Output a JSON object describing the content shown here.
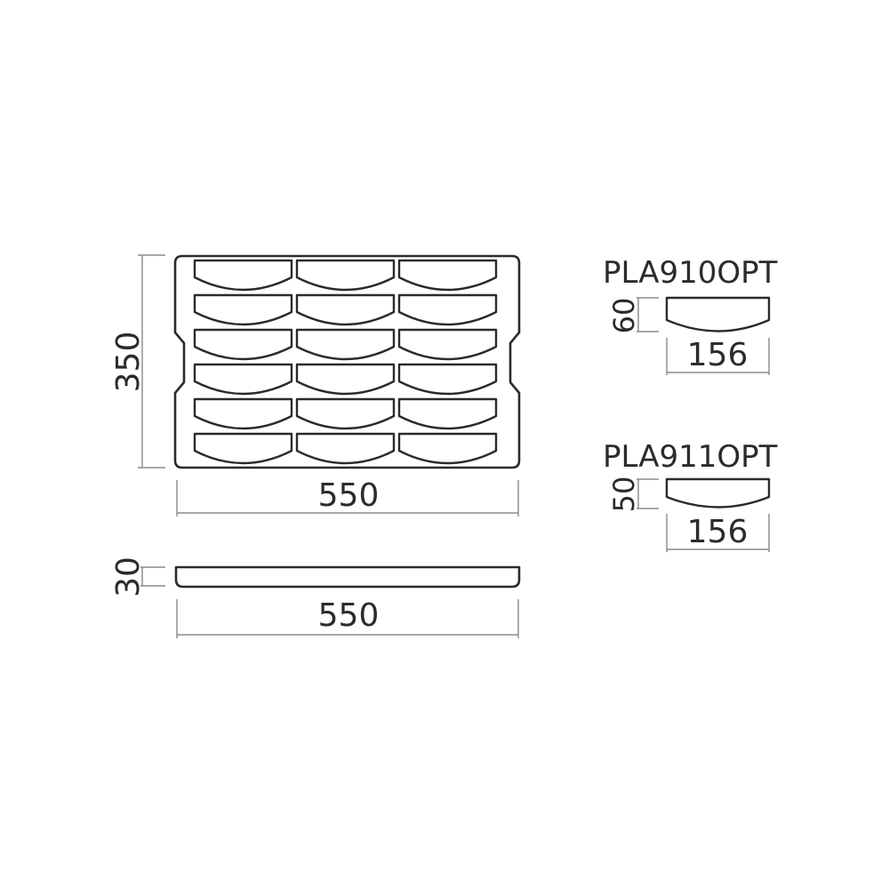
{
  "drawing": {
    "top_view": {
      "height_label": "350",
      "width_label": "550",
      "rows": 6,
      "columns": 3
    },
    "side_view": {
      "height_label": "30",
      "width_label": "550"
    },
    "inserts": [
      {
        "code": "PLA910OPT",
        "height_label": "60",
        "width_label": "156"
      },
      {
        "code": "PLA911OPT",
        "height_label": "50",
        "width_label": "156"
      }
    ]
  },
  "colors": {
    "line": "#2b2b2b",
    "dimension_line": "#8a8a8a",
    "background": "#ffffff"
  }
}
